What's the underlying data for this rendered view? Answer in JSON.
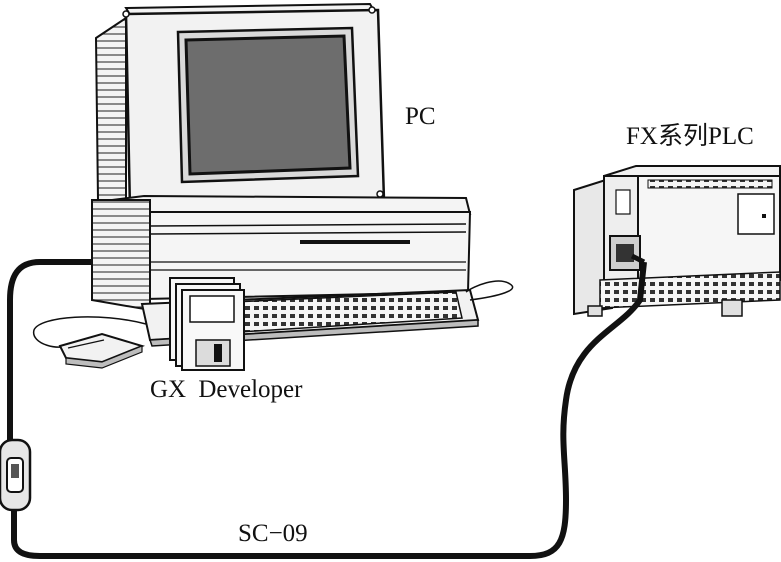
{
  "labels": {
    "pc": "PC",
    "plc": "FX系列PLC",
    "software": "GX  Developer",
    "cable": "SC−09"
  },
  "colors": {
    "line": "#111111",
    "screen": "#6d6d6d",
    "body": "#f2f2f2",
    "shade": "#bdbdbd"
  },
  "icons": [
    "computer-monitor-icon",
    "computer-base-icon",
    "keyboard-icon",
    "mouse-icon",
    "floppy-disk-icon",
    "plc-unit-icon",
    "cable-connector-icon"
  ]
}
